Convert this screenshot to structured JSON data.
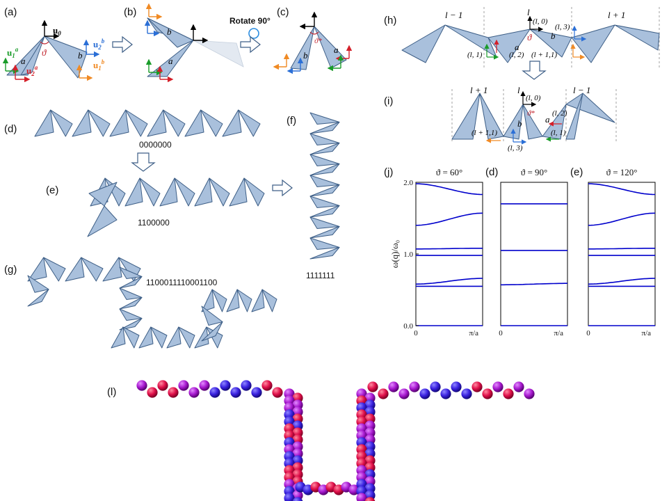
{
  "panels": {
    "a": "(a)",
    "b": "(b)",
    "c": "(c)",
    "d": "(d)",
    "e": "(e)",
    "f": "(f)",
    "g": "(g)",
    "h": "(h)",
    "i": "(i)",
    "j": "(j)",
    "l": "(l)"
  },
  "rotate_label": "Rotate 90°",
  "codes": {
    "d": "0000000",
    "e": "1100000",
    "f": "1111111",
    "g": "1100011110001100"
  },
  "vectors": {
    "u0": "u",
    "u0_sub": "0",
    "u1a": "u",
    "u1a_sub": "1",
    "u1a_sup": "a",
    "u2a": "u",
    "u2a_sub": "2",
    "u2a_sup": "a",
    "u2b": "u",
    "u2b_sub": "2",
    "u2b_sup": "b",
    "u1b": "u",
    "u1b_sub": "1",
    "u1b_sup": "b"
  },
  "math": {
    "a": "a",
    "b": "b",
    "theta": "ϑ",
    "theta_star": "ϑ*",
    "l": "l",
    "l_minus_1": "l − 1",
    "l_plus_1": "l + 1",
    "l0": "(l, 0)",
    "l1": "(l, 1)",
    "l2": "(l, 2)",
    "l3": "(l, 3)",
    "lp11": "(l + 1,1)"
  },
  "colors": {
    "tri_fill": "#a9c0dc",
    "tri_stroke": "#3d5e86",
    "u0": "#000000",
    "u1a": "#1a9c2a",
    "u2a": "#d4202a",
    "u2b": "#2b6fd6",
    "u1b": "#f08a24",
    "band": "#0000cc",
    "arrow": "#3d5e86",
    "theta": "#c0202a"
  },
  "chart_data": [
    {
      "type": "line",
      "title": "ϑ = 60°",
      "xlabel": "",
      "ylabel": "ω(q)/ω₀",
      "x": [
        0,
        1
      ],
      "xticks": [
        "0",
        "π/a"
      ],
      "yticks": [
        "0.0",
        "1.0",
        "2.0"
      ],
      "ylim": [
        0,
        2
      ],
      "series": [
        {
          "values": [
            0.0,
            0.0
          ]
        },
        {
          "values": [
            0.55,
            0.55
          ]
        },
        {
          "values": [
            0.58,
            0.66
          ]
        },
        {
          "values": [
            0.98,
            0.98
          ]
        },
        {
          "values": [
            1.07,
            1.08
          ]
        },
        {
          "values": [
            1.4,
            1.57
          ]
        },
        {
          "values": [
            1.98,
            1.83
          ]
        }
      ]
    },
    {
      "type": "line",
      "title": "ϑ = 90°",
      "panel": "(d)",
      "xlabel": "",
      "ylabel": "",
      "x": [
        0,
        1
      ],
      "xticks": [
        "0",
        "π/a"
      ],
      "ylim": [
        0,
        2
      ],
      "series": [
        {
          "values": [
            0.0,
            0.0
          ]
        },
        {
          "values": [
            0.57,
            0.59
          ]
        },
        {
          "values": [
            1.05,
            1.05
          ]
        },
        {
          "values": [
            1.7,
            1.7
          ]
        }
      ]
    },
    {
      "type": "line",
      "title": "ϑ = 120°",
      "panel": "(e)",
      "xlabel": "",
      "ylabel": "",
      "x": [
        0,
        1
      ],
      "xticks": [
        "0",
        "π/a"
      ],
      "ylim": [
        0,
        2
      ],
      "series": [
        {
          "values": [
            0.0,
            0.0
          ]
        },
        {
          "values": [
            0.55,
            0.55
          ]
        },
        {
          "values": [
            0.58,
            0.66
          ]
        },
        {
          "values": [
            0.98,
            0.98
          ]
        },
        {
          "values": [
            1.07,
            1.08
          ]
        },
        {
          "values": [
            1.4,
            1.57
          ]
        },
        {
          "values": [
            1.98,
            1.83
          ]
        }
      ]
    }
  ]
}
